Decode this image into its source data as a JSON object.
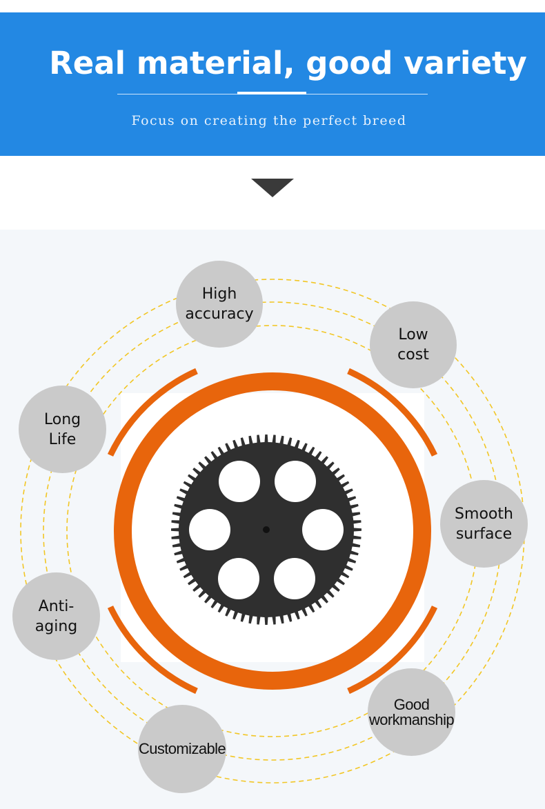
{
  "banner": {
    "title": "Real material, good variety",
    "subtitle": "Focus on creating the perfect breed",
    "background_color": "#2388e3"
  },
  "arrow_icon": "triangle-down-icon",
  "colors": {
    "ring_accent": "#e8650c",
    "dashed_orbit": "#f2c624",
    "bubble": "#cacaca",
    "gear": "#2f2f2f"
  },
  "product_image": "black-plastic-spur-gear-with-five-round-holes",
  "features": {
    "high_accuracy": {
      "line1": "High",
      "line2": "accuracy"
    },
    "low_cost": {
      "line1": "Low",
      "line2": "cost"
    },
    "long_life": {
      "line1": "Long",
      "line2": "Life"
    },
    "smooth_surface": {
      "line1": "Smooth",
      "line2": "surface"
    },
    "anti_aging": {
      "line1": "Anti-",
      "line2": "aging"
    },
    "good_workmanship": {
      "line1": "Good",
      "line2": "workmanship"
    },
    "customizable": {
      "line1": "Customizable"
    }
  }
}
